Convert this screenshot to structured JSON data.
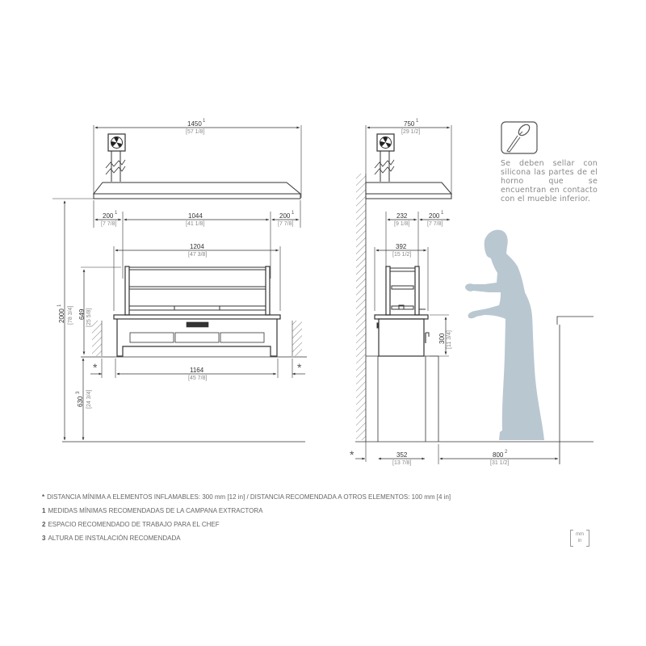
{
  "front_view": {
    "hood_width": {
      "value": "1450",
      "ref": "1",
      "inches": "[57 1/8]"
    },
    "hood_left_margin": {
      "value": "200",
      "ref": "1",
      "inches": "[7 7/8]"
    },
    "hood_center": {
      "value": "1044",
      "inches": "[41 1/8]"
    },
    "hood_right_margin": {
      "value": "200",
      "ref": "1",
      "inches": "[7 7/8]"
    },
    "oven_width": {
      "value": "1204",
      "inches": "[47 3/8]"
    },
    "oven_height": {
      "value": "649",
      "inches": "[25 5/8]"
    },
    "total_height": {
      "value": "2000",
      "ref": "1",
      "inches": "[78 3/4]"
    },
    "base_width": {
      "value": "1164",
      "inches": "[45 7/8]"
    },
    "install_height": {
      "value": "630",
      "ref": "3",
      "inches": "[24 3/4]"
    },
    "clearance_marker": "*"
  },
  "side_view": {
    "hood_depth": {
      "value": "750",
      "ref": "1",
      "inches": "[29 1/2]"
    },
    "hood_inner": {
      "value": "232",
      "inches": "[9 1/8]"
    },
    "hood_front_margin": {
      "value": "200",
      "ref": "1",
      "inches": "[7 7/8]"
    },
    "oven_depth": {
      "value": "392",
      "inches": "[15 1/2]"
    },
    "base_height": {
      "value": "300",
      "inches": "[11 3/4]"
    },
    "counter_depth": {
      "value": "352",
      "inches": "[13 7/8]"
    },
    "chef_space": {
      "value": "800",
      "ref": "2",
      "inches": "[31 1/2]"
    },
    "clearance_marker": "*"
  },
  "sealing_note": {
    "icon": "silicone-gun-icon",
    "text": "Se deben sellar con silicona las partes de el horno que se encuentran en contacto con el mueble inferior."
  },
  "notes": [
    {
      "marker": "*",
      "text": "DISTANCIA MÍNIMA A ELEMENTOS INFLAMABLES: 300 mm [12 in] / DISTANCIA RECOMENDADA A OTROS ELEMENTOS: 100 mm [4 in]"
    },
    {
      "marker": "1",
      "text": "MEDIDAS MÍNIMAS RECOMENDADAS DE LA CAMPANA EXTRACTORA"
    },
    {
      "marker": "2",
      "text": "ESPACIO RECOMENDADO DE TRABAJO PARA EL CHEF"
    },
    {
      "marker": "3",
      "text": "ALTURA DE INSTALACIÓN RECOMENDADA"
    }
  ],
  "units_legend": {
    "top": "mm",
    "bottom": "in"
  },
  "colors": {
    "line": "#333333",
    "silhouette": "#b9c7d1",
    "note_text": "#8a8a8a"
  }
}
